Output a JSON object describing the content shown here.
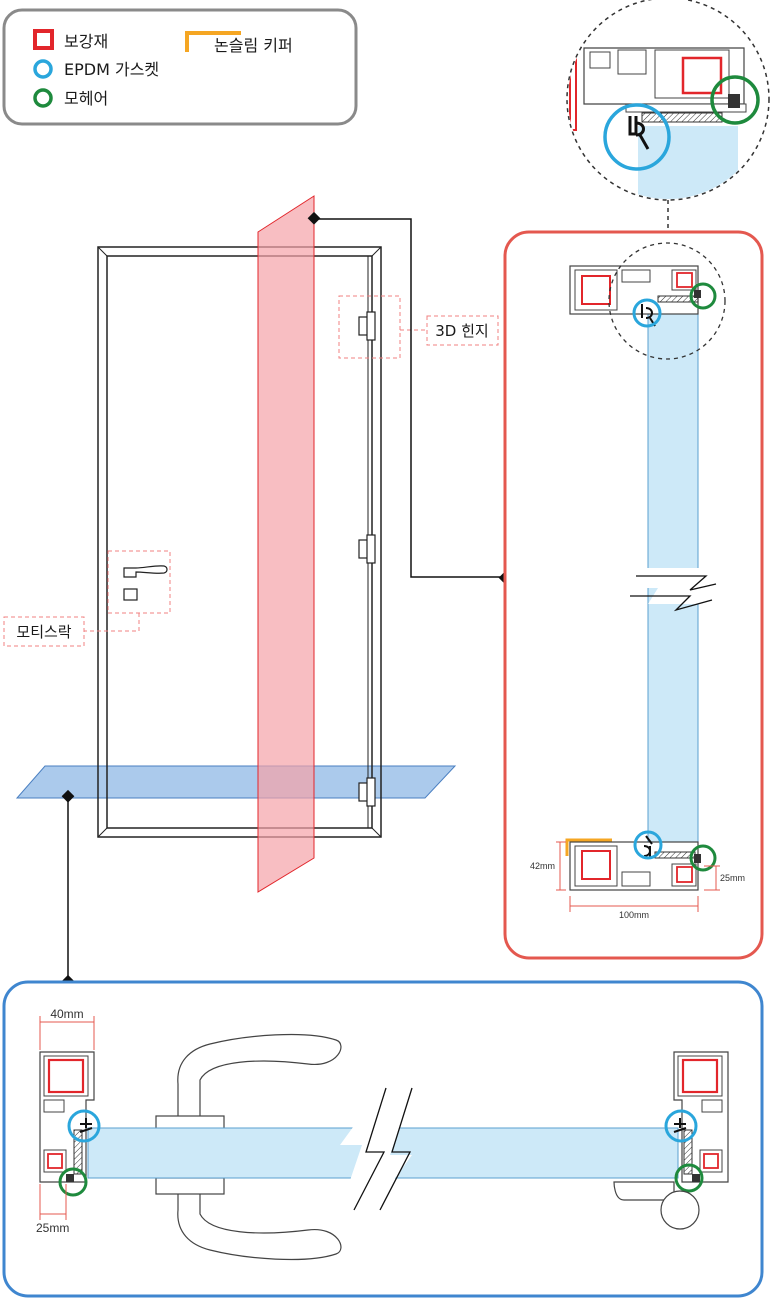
{
  "legend": {
    "items": [
      {
        "label": "보강재",
        "symbol": "red-square",
        "color": "#e2262b"
      },
      {
        "label": "EPDM 가스켓",
        "symbol": "blue-circle",
        "color": "#2aa6dc"
      },
      {
        "label": "모헤어",
        "symbol": "green-circle",
        "color": "#1e8a3d"
      },
      {
        "label": "논슬림 키퍼",
        "symbol": "orange-corner",
        "color": "#f5a623"
      }
    ]
  },
  "callouts": {
    "hinge": "3D 힌지",
    "lock": "모티스락"
  },
  "dimensions": {
    "height_42": "42mm",
    "width_100": "100mm",
    "depth_25_right": "25mm",
    "width_40": "40mm",
    "depth_25_left": "25mm"
  },
  "colors": {
    "red_panel_border": "#e4584f",
    "blue_panel_border": "#3f86cf",
    "glass": "#cde9f8",
    "red_plane": "#f5a3a8",
    "blue_plane": "#8fb8e6"
  }
}
